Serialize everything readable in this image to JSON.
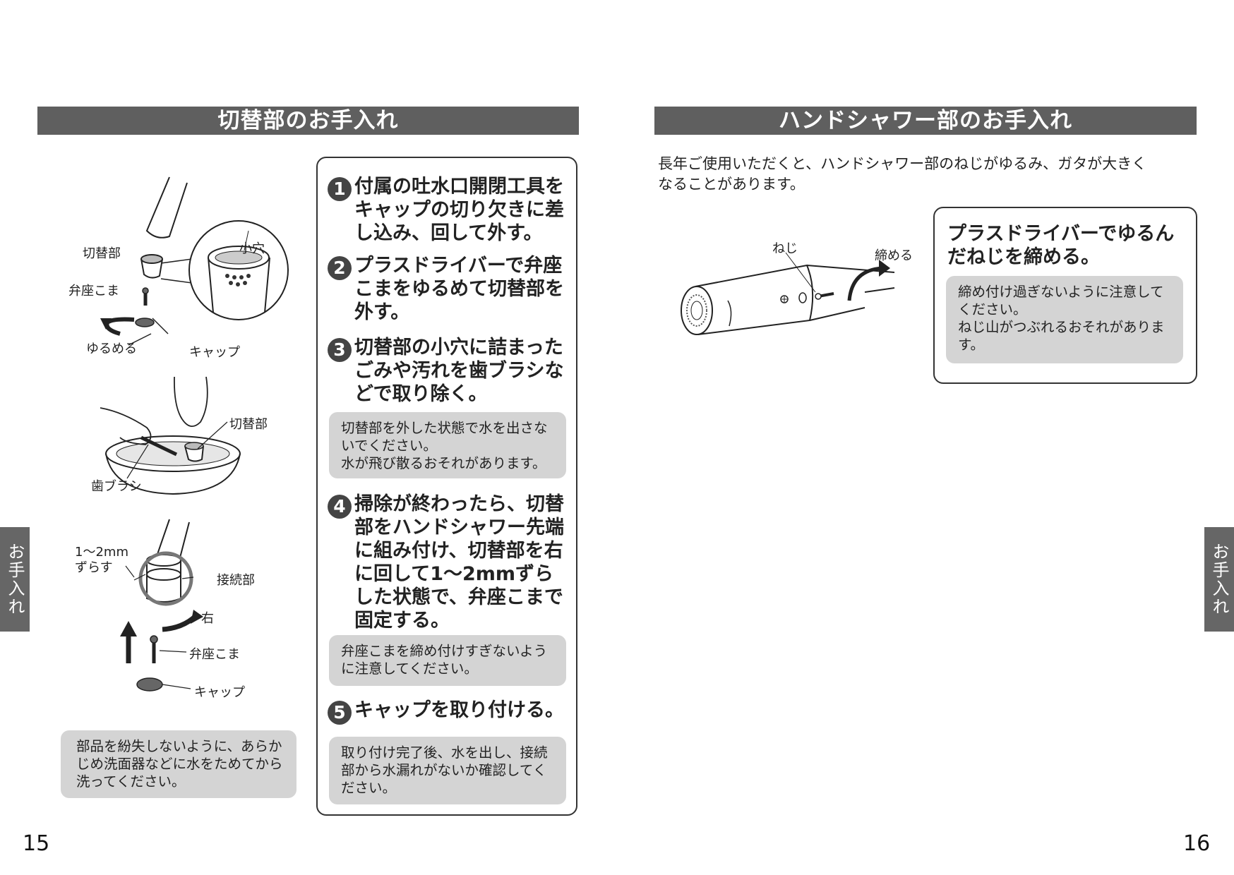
{
  "left_page": {
    "header": "切替部のお手入れ",
    "figure1": {
      "switch_label": "切替部",
      "hole_label": "小穴",
      "valve_label": "弁座こま",
      "loosen_label": "ゆるめる",
      "cap_label": "キャップ"
    },
    "figure2": {
      "switch_label": "切替部",
      "brush_label": "歯ブラシ"
    },
    "figure3": {
      "shift_label": "1～2mm\nずらす",
      "joint_label": "接続部",
      "right_label": "右",
      "valve_label": "弁座こま",
      "cap_label": "キャップ"
    },
    "steps": [
      {
        "num": "1",
        "text": "付属の吐水口開閉工具をキャップの切り欠きに差し込み、回して外す。"
      },
      {
        "num": "2",
        "text": "プラスドライバーで弁座こまをゆるめて切替部を外す。"
      },
      {
        "num": "3",
        "text": "切替部の小穴に詰まったごみや汚れを歯ブラシなどで取り除く。"
      },
      {
        "num": "4",
        "text": "掃除が終わったら、切替部をハンドシャワー先端に組み付け、切替部を右に回して1～2mmずらした状態で、弁座こまで固定する。"
      },
      {
        "num": "5",
        "text": "キャップを取り付ける。"
      }
    ],
    "notes": {
      "step3": "切替部を外した状態で水を出さないでください。\n水が飛び散るおそれがあります。",
      "step4": "弁座こまを締め付けすぎないように注意してください。",
      "step5": "取り付け完了後、水を出し、接続部から水漏れがないか確認してください。",
      "parts": "部品を紛失しないように、あらかじめ洗面器などに水をためてから洗ってください。"
    },
    "side_tab": "お手入れ",
    "page_number": "15"
  },
  "right_page": {
    "header": "ハンドシャワー部のお手入れ",
    "intro": "長年ご使用いただくと、ハンドシャワー部のねじがゆるみ、ガタが大きく\nなることがあります。",
    "figure": {
      "screw_label": "ねじ",
      "tighten_label": "締める"
    },
    "tip_title": "プラスドライバーでゆるんだねじを締める。",
    "tip_note": "締め付け過ぎないように注意して\nください。\nねじ山がつぶれるおそれがありま\nす。",
    "side_tab": "お手入れ",
    "page_number": "16"
  }
}
